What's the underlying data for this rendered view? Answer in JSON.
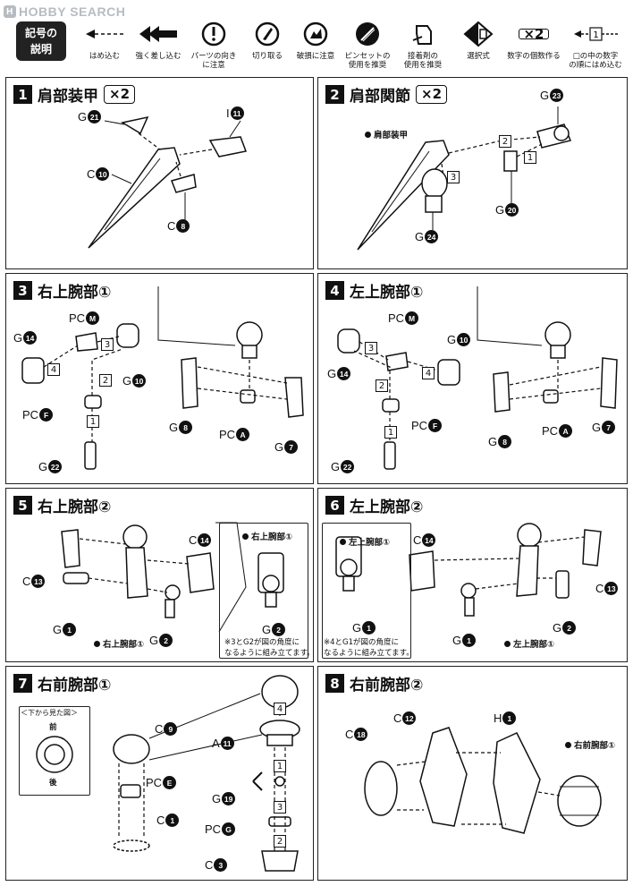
{
  "watermark": "HOBBY SEARCH",
  "legend": {
    "title": [
      "記号の",
      "説明"
    ],
    "items": [
      {
        "icon": "dashed-arrow-icon",
        "text": [
          "はめ込む"
        ]
      },
      {
        "icon": "double-arrow-icon",
        "text": [
          "強く差し込む"
        ]
      },
      {
        "icon": "exclamation-icon",
        "text": [
          "パーツの向き",
          "に注意"
        ]
      },
      {
        "icon": "cutter-icon",
        "text": [
          "切り取る"
        ]
      },
      {
        "icon": "breakage-icon",
        "text": [
          "破損に注意"
        ]
      },
      {
        "icon": "tweezers-icon",
        "text": [
          "ピンセットの",
          "使用を推奨"
        ]
      },
      {
        "icon": "glue-icon",
        "text": [
          "接着剤の",
          "使用を推奨"
        ]
      },
      {
        "icon": "select-icon",
        "text": [
          "選択式"
        ]
      },
      {
        "icon": "x2-icon",
        "text": [
          "数字の個数作る"
        ]
      },
      {
        "icon": "order-box-icon",
        "text": [
          "□の中の数字",
          "の順にはめ込む"
        ]
      }
    ],
    "x2": "×2",
    "order_num": "1"
  },
  "panels": [
    {
      "num": "1",
      "title": "肩部装甲",
      "mult": "×2",
      "labels": [
        {
          "t": "G",
          "n": "21"
        },
        {
          "t": "I",
          "n": "11"
        },
        {
          "t": "C",
          "n": "10"
        },
        {
          "t": "C",
          "n": "8"
        }
      ]
    },
    {
      "num": "2",
      "title": "肩部関節",
      "mult": "×2",
      "labels": [
        {
          "t": "G",
          "n": "23"
        },
        {
          "t": "G",
          "n": "20"
        },
        {
          "t": "G",
          "n": "24"
        }
      ],
      "ref": "肩部装甲",
      "steps": [
        "1",
        "2",
        "3"
      ]
    },
    {
      "num": "3",
      "title": "右上腕部①",
      "labels": [
        {
          "t": "PC",
          "n": "M"
        },
        {
          "t": "G",
          "n": "14"
        },
        {
          "t": "G",
          "n": "10"
        },
        {
          "t": "PC",
          "n": "F"
        },
        {
          "t": "G",
          "n": "22"
        },
        {
          "t": "G",
          "n": "8"
        },
        {
          "t": "PC",
          "n": "A"
        },
        {
          "t": "G",
          "n": "7"
        }
      ],
      "steps": [
        "1",
        "2",
        "3",
        "4"
      ]
    },
    {
      "num": "4",
      "title": "左上腕部①",
      "labels": [
        {
          "t": "PC",
          "n": "M"
        },
        {
          "t": "G",
          "n": "10"
        },
        {
          "t": "G",
          "n": "14"
        },
        {
          "t": "PC",
          "n": "F"
        },
        {
          "t": "G",
          "n": "22"
        },
        {
          "t": "G",
          "n": "8"
        },
        {
          "t": "PC",
          "n": "A"
        },
        {
          "t": "G",
          "n": "7"
        }
      ],
      "steps": [
        "1",
        "2",
        "3",
        "4"
      ]
    },
    {
      "num": "5",
      "title": "右上腕部②",
      "labels": [
        {
          "t": "C",
          "n": "14"
        },
        {
          "t": "C",
          "n": "13"
        },
        {
          "t": "G",
          "n": "1"
        },
        {
          "t": "G",
          "n": "2"
        },
        {
          "t": "G",
          "n": "2"
        }
      ],
      "ref": "右上腕部①",
      "ref2": "右上腕部①",
      "note": [
        "※3とG2が図の角度に",
        "なるように組み立てます。"
      ]
    },
    {
      "num": "6",
      "title": "左上腕部②",
      "labels": [
        {
          "t": "C",
          "n": "14"
        },
        {
          "t": "C",
          "n": "13"
        },
        {
          "t": "G",
          "n": "2"
        },
        {
          "t": "G",
          "n": "1"
        },
        {
          "t": "G",
          "n": "1"
        }
      ],
      "ref": "左上腕部①",
      "ref2": "左上腕部①",
      "note": [
        "※4とG1が図の角度に",
        "なるように組み立てます。"
      ]
    },
    {
      "num": "7",
      "title": "右前腕部①",
      "labels": [
        {
          "t": "C",
          "n": "9"
        },
        {
          "t": "A",
          "n": "11"
        },
        {
          "t": "PC",
          "n": "E"
        },
        {
          "t": "G",
          "n": "19"
        },
        {
          "t": "C",
          "n": "1"
        },
        {
          "t": "PC",
          "n": "G"
        },
        {
          "t": "C",
          "n": "3"
        }
      ],
      "inset": {
        "title": "＜下から見た図＞",
        "front": "前",
        "back": "後"
      },
      "steps": [
        "1",
        "2",
        "3",
        "4"
      ]
    },
    {
      "num": "8",
      "title": "右前腕部②",
      "labels": [
        {
          "t": "C",
          "n": "12"
        },
        {
          "t": "H",
          "n": "1"
        },
        {
          "t": "C",
          "n": "18"
        }
      ],
      "ref": "右前腕部①"
    }
  ]
}
